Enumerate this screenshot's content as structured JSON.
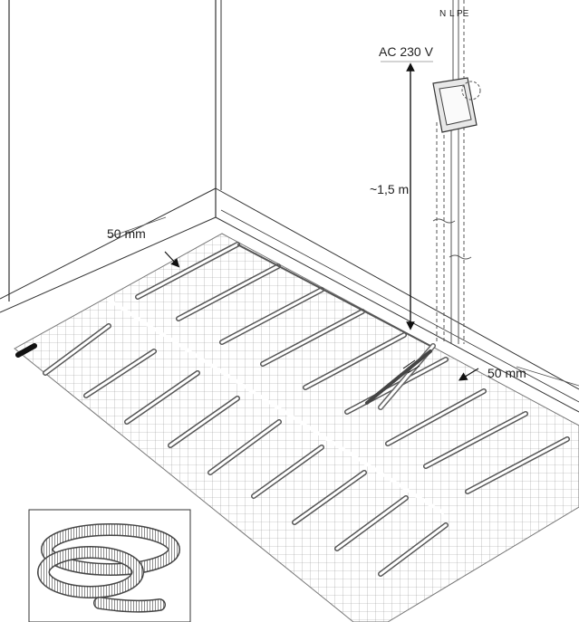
{
  "labels": {
    "supply_voltage": "AC 230 V",
    "height": "~1,5 m",
    "margin_left": "50 mm",
    "margin_right": "50 mm",
    "neutral": "N",
    "live": "L",
    "earth": "PE"
  }
}
